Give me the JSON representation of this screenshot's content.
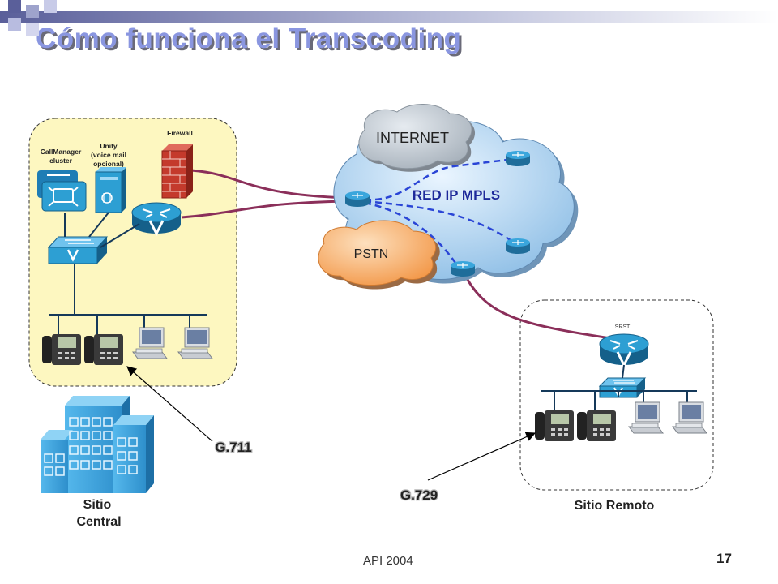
{
  "slide": {
    "title": "Cómo funciona el Transcoding",
    "footer": "API 2004",
    "page_number": "17"
  },
  "colors": {
    "title": "#8a96e0",
    "central_site_fill": "#fdf7c0",
    "link": "#8b2f5a",
    "dashed_link": "#2a45d6",
    "device_blue": "#2d9fd3",
    "cloud_mpls": "#a9cfee",
    "cloud_internet": "#b9c2cc",
    "cloud_pstn": "#f5a55d",
    "firewall": "#c43a2c"
  },
  "diagram": {
    "central_site": {
      "callmanager_label": [
        "CallManager",
        "cluster"
      ],
      "unity_label": [
        "Unity",
        "(voice mail",
        "opcional)"
      ],
      "firewall_label": "Firewall"
    },
    "clouds": {
      "internet": "INTERNET",
      "mpls": "RED IP MPLS",
      "pstn": "PSTN"
    },
    "remote_site": {
      "srst_label": "SRST"
    },
    "codecs": {
      "central": "G.711",
      "remote": "G.729"
    },
    "building_label": [
      "Sitio",
      "Central"
    ],
    "remote_site_label": "Sitio Remoto"
  }
}
